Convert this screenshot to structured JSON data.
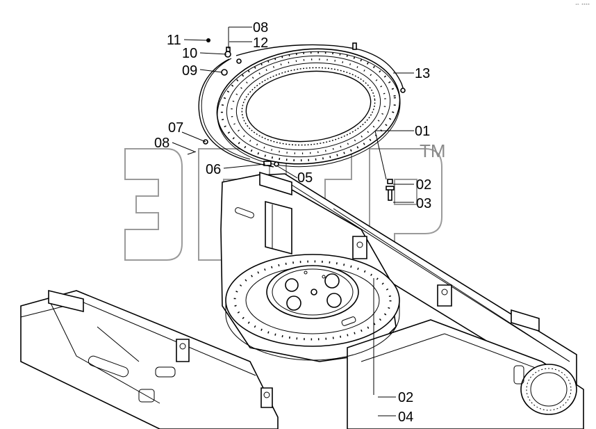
{
  "diagram": {
    "corner_mark": "ᵃᵇ ⁰⁰⁰⁰",
    "watermark": {
      "text": "ЭПСР",
      "trademark": "TM"
    },
    "callouts": [
      {
        "id": "c01",
        "label": "01"
      },
      {
        "id": "c02a",
        "label": "02"
      },
      {
        "id": "c03",
        "label": "03"
      },
      {
        "id": "c02b",
        "label": "02"
      },
      {
        "id": "c04",
        "label": "04"
      },
      {
        "id": "c05",
        "label": "05"
      },
      {
        "id": "c06",
        "label": "06"
      },
      {
        "id": "c07",
        "label": "07"
      },
      {
        "id": "c08a",
        "label": "08"
      },
      {
        "id": "c08b",
        "label": "08"
      },
      {
        "id": "c09",
        "label": "09"
      },
      {
        "id": "c10",
        "label": "10"
      },
      {
        "id": "c11",
        "label": "11"
      },
      {
        "id": "c12",
        "label": "12"
      },
      {
        "id": "c13",
        "label": "13"
      }
    ]
  }
}
